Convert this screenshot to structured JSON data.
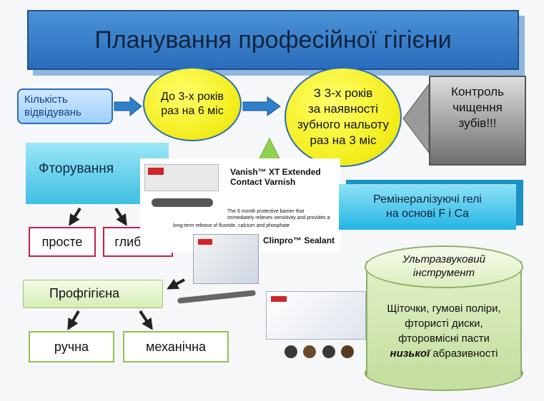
{
  "title": "Планування професійної гігієни",
  "visits": {
    "line1": "Кількість",
    "line2": "відвідувань"
  },
  "under3": {
    "line1": "До 3-х років",
    "line2": "раз на 6 міс"
  },
  "over3": {
    "line1": "З 3-х років",
    "line2": "за наявності",
    "line3": "зубного нальоту",
    "line4": "раз на 3 міс"
  },
  "control": {
    "line1": "Контроль",
    "line2": "чищення",
    "line3": "зубів!!!"
  },
  "fluoridation": {
    "label": "Фторування",
    "simple": "просте",
    "deep": "глибоке"
  },
  "products": {
    "vanish_line1": "Vanish™ XT Extended",
    "vanish_line2": "Contact Varnish",
    "vanish_desc1": "The 6 month protective barrier that",
    "vanish_desc2": "immediately relieves sensitivity and provides a",
    "vanish_desc3": "long-term release of fluoride, calcium and phosphate",
    "sealant": "Clinpro™ Sealant"
  },
  "remineralizing": {
    "line1": "Ремінералізуючі гелі",
    "line2": "на основі F і Ca"
  },
  "prophygiene": {
    "label": "Профгігієна",
    "manual": "ручна",
    "mechanical": "механічна"
  },
  "ultrasonic": {
    "line1": "Ультразвуковий",
    "line2": "інструмент"
  },
  "tools": {
    "line1": "Щіточки, гумові поліри,",
    "line2": "фтористі диски,",
    "line3": "фторовмісні пасти",
    "bold_word": "низької",
    "line4_rest": " абразивності"
  },
  "colors": {
    "banner": "#2a6cbc",
    "oval": "#f2ec18",
    "fluor": "#3fbfe2",
    "red_border": "#c81e48",
    "green_border": "#8fc24a",
    "cylinder": "#c5dfa0"
  }
}
